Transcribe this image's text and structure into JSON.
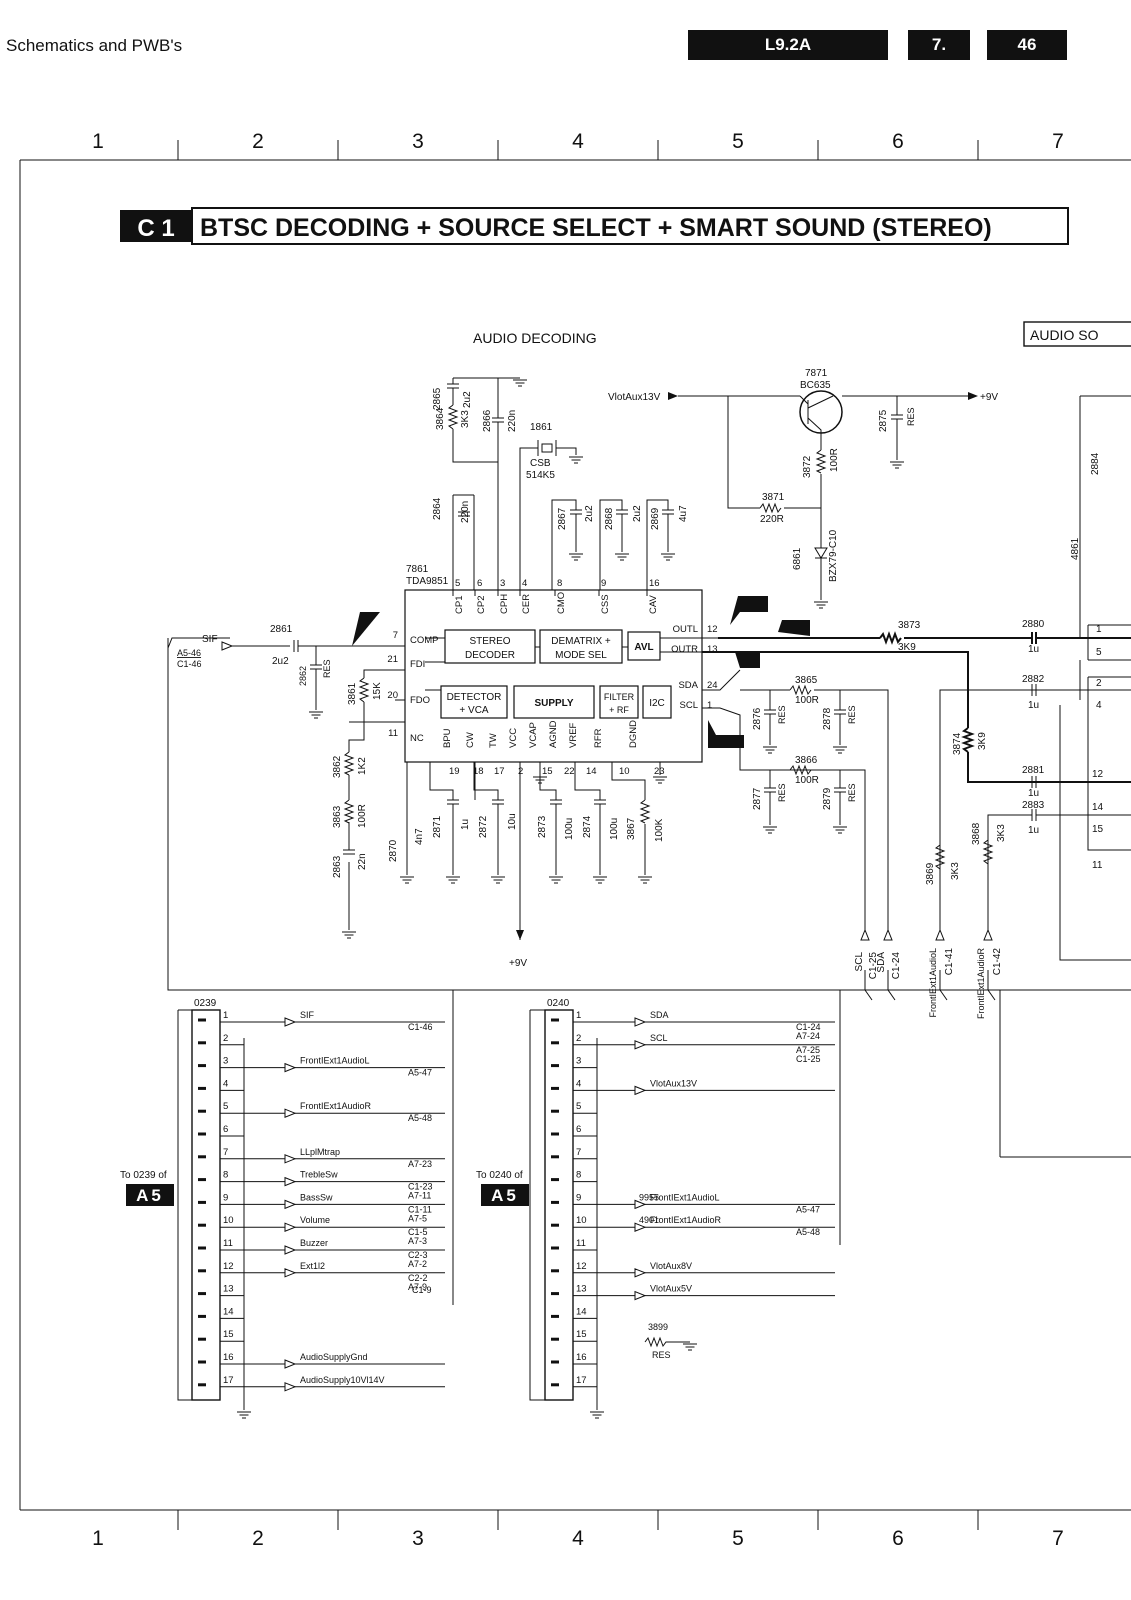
{
  "header": {
    "section": "Schematics and PWB's",
    "model": "L9.2A",
    "chapter": "7.",
    "page": "46"
  },
  "grid": [
    "1",
    "2",
    "3",
    "4",
    "5",
    "6",
    "7"
  ],
  "diagram": {
    "badge": "C 1",
    "title": "BTSC DECODING + SOURCE SELECT + SMART SOUND (STEREO)",
    "section_audio_decoding": "AUDIO DECODING",
    "section_audio_so": "AUDIO SO",
    "ic": {
      "ref": "7861",
      "part": "TDA9851",
      "blocks": {
        "stereo_decoder": [
          "STEREO",
          "DECODER"
        ],
        "dematrix": [
          "DEMATRIX +",
          "MODE SEL"
        ],
        "avl": "AVL",
        "detector": [
          "DETECTOR",
          "+ VCA"
        ],
        "supply": "SUPPLY",
        "filter": [
          "FILTER",
          "+ RF"
        ],
        "i2c": "I2C"
      },
      "left_pins": [
        {
          "num": "7",
          "name": "COMP"
        },
        {
          "num": "21",
          "name": "FDI"
        },
        {
          "num": "20",
          "name": "FDO"
        },
        {
          "num": "11",
          "name": "NC"
        }
      ],
      "right_pins": [
        {
          "num": "12",
          "name": "OUTL"
        },
        {
          "num": "13",
          "name": "OUTR"
        },
        {
          "num": "24",
          "name": "SDA"
        },
        {
          "num": "1",
          "name": "SCL"
        }
      ],
      "top_pins": [
        {
          "num": "5",
          "name": "CP1"
        },
        {
          "num": "6",
          "name": "CP2"
        },
        {
          "num": "3",
          "name": "CPH"
        },
        {
          "num": "4",
          "name": "CER"
        },
        {
          "num": "8",
          "name": "CMO"
        },
        {
          "num": "9",
          "name": "CSS"
        },
        {
          "num": "16",
          "name": "CAV"
        }
      ],
      "bottom_pins": [
        {
          "num": "19",
          "name": "BPU"
        },
        {
          "num": "18",
          "name": "CW"
        },
        {
          "num": "17",
          "name": "TW"
        },
        {
          "num": "2",
          "name": "VCC"
        },
        {
          "num": "15",
          "name": "VCAP"
        },
        {
          "num": "22",
          "name": "AGND"
        },
        {
          "num": "14",
          "name": "VREF"
        },
        {
          "num": "10",
          "name": "RFR"
        },
        {
          "num": "23",
          "name": "DGND"
        }
      ]
    },
    "transistor": {
      "ref": "7871",
      "part": "BC635"
    },
    "rails": {
      "vaux13": "VlotAux13V",
      "p9v_out": "+9V",
      "p9v_bottom": "+9V"
    },
    "crystal": {
      "ref": "1861",
      "part": "CSB",
      "value": "514K5"
    },
    "zener": {
      "ref": "6861",
      "part": "BZX79-C10"
    },
    "components": {
      "c2865": [
        "2865",
        "2u2"
      ],
      "r3864": [
        "3864",
        "3K3"
      ],
      "c2866": [
        "2866",
        "220n"
      ],
      "c2864": [
        "2864",
        "220n"
      ],
      "c2867": [
        "2867",
        "2u2"
      ],
      "c2868": [
        "2868",
        "2u2"
      ],
      "c2869": [
        "2869",
        "4u7"
      ],
      "r3872": [
        "3872",
        "100R"
      ],
      "c2875": [
        "2875",
        "RES"
      ],
      "r3871": [
        "3871",
        "220R"
      ],
      "c2861": [
        "2861",
        "2u2"
      ],
      "c2862": [
        "2862",
        "RES"
      ],
      "r3861": [
        "3861",
        "15K"
      ],
      "r3862": [
        "3862",
        "1K2"
      ],
      "r3863": [
        "3863",
        "100R"
      ],
      "c2863": [
        "2863",
        "22n"
      ],
      "c2870": [
        "2870",
        "4n7"
      ],
      "c2871": [
        "2871",
        "1u"
      ],
      "c2872": [
        "2872",
        "10u"
      ],
      "c2873": [
        "2873",
        "100u"
      ],
      "c2874": [
        "2874",
        "100u"
      ],
      "r3867": [
        "3867",
        "100K"
      ],
      "r3873": [
        "3873",
        "3K9"
      ],
      "c2880": [
        "2880",
        "1u"
      ],
      "r3865": [
        "3865",
        "100R"
      ],
      "c2876": [
        "2876",
        "RES"
      ],
      "c2878": [
        "2878",
        "RES"
      ],
      "r3866": [
        "3866",
        "100R"
      ],
      "c2877": [
        "2877",
        "RES"
      ],
      "c2879": [
        "2879",
        "RES"
      ],
      "c2882": [
        "2882",
        "1u"
      ],
      "r3874": [
        "3874",
        "3K9"
      ],
      "c2881": [
        "2881",
        "1u"
      ],
      "c2883": [
        "2883",
        "1u"
      ],
      "r3869": [
        "3869",
        "3K3"
      ],
      "r3868": [
        "3868",
        "3K3"
      ],
      "c2884": [
        "2884",
        ""
      ],
      "r4861": [
        "4861",
        ""
      ]
    },
    "right_pin_numbers": [
      "1",
      "5",
      "2",
      "4",
      "12",
      "14",
      "15",
      "11"
    ],
    "sif_input": {
      "label": "SIF",
      "ref_a": "A5-46",
      "ref_b": "C1-46"
    },
    "bottom_nets": [
      {
        "name": "SCL",
        "ref": "C1-25"
      },
      {
        "name": "SDA",
        "ref": "C1-24"
      },
      {
        "name": "FrontIExt1AudioL",
        "ref": "C1-41"
      },
      {
        "name": "FrontIExt1AudioR",
        "ref": "C1-42"
      }
    ],
    "connector_0239": {
      "ref": "0239",
      "to_label": "To 0239 of",
      "board": "A5",
      "pins": [
        "1",
        "2",
        "3",
        "4",
        "5",
        "6",
        "7",
        "8",
        "9",
        "10",
        "11",
        "12",
        "13",
        "14",
        "15",
        "16",
        "17"
      ],
      "signals": [
        {
          "pin": "1",
          "name": "SIF",
          "refs": [
            "C1-46"
          ]
        },
        {
          "pin": "3",
          "name": "FrontIExt1AudioL",
          "refs": [
            "A5-47"
          ]
        },
        {
          "pin": "5",
          "name": "FrontIExt1AudioR",
          "refs": [
            "A5-48"
          ]
        },
        {
          "pin": "7",
          "name": "LLplMtrap",
          "refs": [
            "A7-23"
          ]
        },
        {
          "pin": "8",
          "name": "TrebleSw",
          "refs": [
            "C1-23",
            "A7-11"
          ]
        },
        {
          "pin": "9",
          "name": "BassSw",
          "refs": [
            "C1-11",
            "A7-5"
          ]
        },
        {
          "pin": "10",
          "name": "Volume",
          "refs": [
            "C1-5",
            "A7-3"
          ]
        },
        {
          "pin": "11",
          "name": "Buzzer",
          "refs": [
            "C2-3",
            "A7-2"
          ]
        },
        {
          "pin": "12",
          "name": "Ext1l2",
          "refs": [
            "C2-2",
            "A7-9"
          ]
        },
        {
          "pin": "16",
          "name": "AudioSupplyGnd",
          "refs": []
        },
        {
          "pin": "17",
          "name": "AudioSupply10Vl14V",
          "refs": []
        }
      ],
      "extra_ref": "C1-9"
    },
    "connector_0240": {
      "ref": "0240",
      "to_label": "To 0240 of",
      "board": "A5",
      "pins": [
        "1",
        "2",
        "3",
        "4",
        "5",
        "6",
        "7",
        "8",
        "9",
        "10",
        "11",
        "12",
        "13",
        "14",
        "15",
        "16",
        "17"
      ],
      "signals": [
        {
          "pin": "1",
          "name": "SDA",
          "refs": [
            "C1-24",
            "A7-24"
          ]
        },
        {
          "pin": "2",
          "name": "SCL",
          "refs": [
            "A7-25",
            "C1-25"
          ]
        },
        {
          "pin": "4",
          "name": "VlotAux13V",
          "refs": []
        },
        {
          "pin": "9",
          "name": "FrontIExt1AudioL",
          "refs": [
            "A5-47"
          ],
          "part": "9955"
        },
        {
          "pin": "10",
          "name": "FrontIExt1AudioR",
          "refs": [
            "A5-48"
          ],
          "part": "4901"
        },
        {
          "pin": "12",
          "name": "VlotAux8V",
          "refs": []
        },
        {
          "pin": "13",
          "name": "VlotAux5V",
          "refs": []
        }
      ],
      "resistor": {
        "ref": "3899",
        "value": "RES"
      }
    }
  }
}
